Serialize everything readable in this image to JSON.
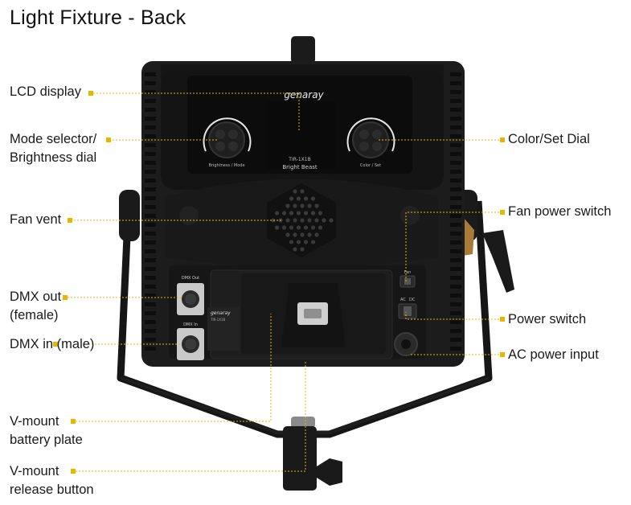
{
  "title": "Light Fixture - Back",
  "labels": {
    "lcd": "LCD display",
    "mode_1": "Mode selector/",
    "mode_2": "Brightness dial",
    "fan_vent": "Fan vent",
    "dmx_out_1": "DMX out",
    "dmx_out_2": "(female)",
    "dmx_in": "DMX in (male)",
    "vmount_plate_1": "V-mount",
    "vmount_plate_2": "battery plate",
    "vmount_release_1": "V-mount",
    "vmount_release_2": "release button",
    "color_dial": "Color/Set Dial",
    "fan_switch": "Fan power switch",
    "power_switch": "Power switch",
    "ac_input": "AC power input"
  },
  "device": {
    "brand": "genaray",
    "model": "TIR-1X1B",
    "name": "Bright Beast",
    "left_dial": "Brightness / Mode",
    "right_dial": "Color / Set",
    "dmx_out": "DMX Out",
    "dmx_in": "DMX In",
    "fan": "Fan",
    "ac": "AC",
    "dc": "DC"
  },
  "colors": {
    "accent": "#e8b600",
    "body": "#1c1c1c",
    "panel": "#0f0f0f"
  }
}
